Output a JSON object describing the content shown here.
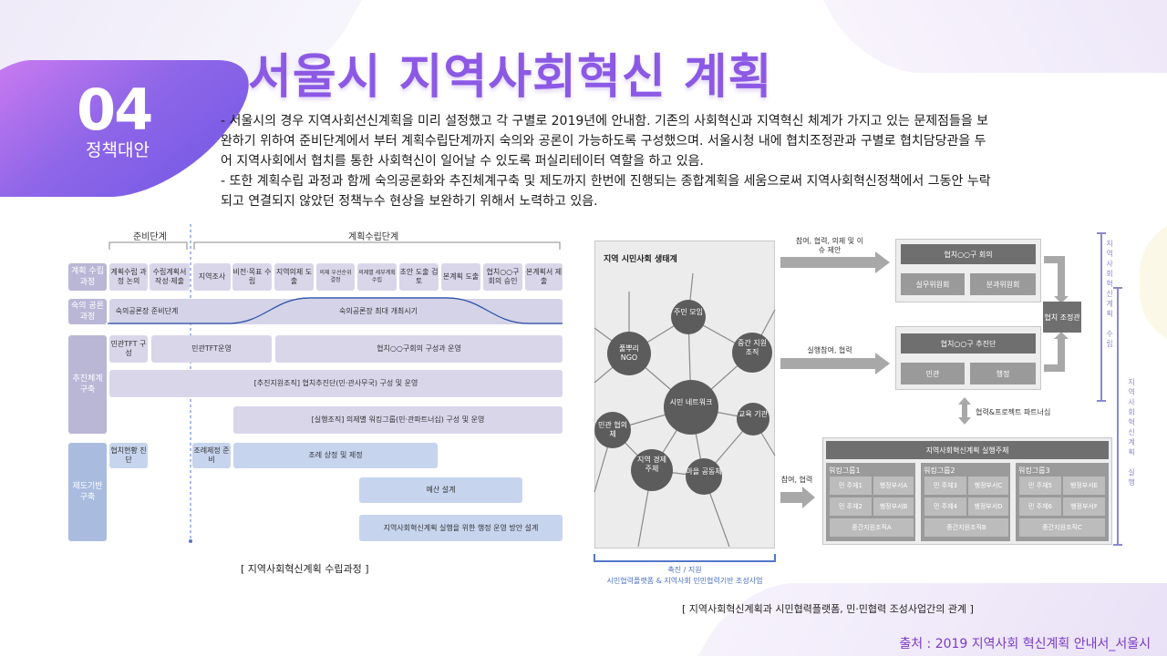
{
  "section": {
    "number": "04",
    "label": "정책대안"
  },
  "title": "서울시 지역사회혁신 계획",
  "intro": [
    "- 서울시의 경우 지역사회선신계획을 미리 설정했고 각 구별로 2019년에 안내함. 기존의 사회혁신과 지역혁신 체계가 가지고 있는 문제점들을 보",
    "완하기 위하여 준비단계에서 부터 계획수립단계까지 숙의와 공론이 가능하도록 구성했으며. 서울시청 내에 협치조정관과 구별로 협치담당관을 두",
    "어 지역사회에서 협치를 통한 사회혁신이 일어날 수 있도록 퍼실리테이터 역할을 하고 있음.",
    "- 또한 계획수립 과정과 함께 숙의공론화와 추진체계구축 및 제도까지 한번에 진행되는 종합계획을 세움으로써 지역사회혁신정책에서 그동안 누락",
    "되고 연결되지 않았던 정책누수 현상을 보완하기 위해서 노력하고 있음."
  ],
  "left_diagram": {
    "phase_prep": "준비단계",
    "phase_plan": "계획수립단계",
    "row_plan": {
      "category": "계획 수립 과정",
      "steps": [
        "계획수립 과정 논의",
        "수립계획서 작성·제출",
        "지역조사",
        "비전·목표 수립",
        "지역의제 도출",
        "의제 우선순위 결정",
        "의제별 세부계획 수립",
        "초안 도출 검토",
        "본계획 도출",
        "협치○○구 회의 승인",
        "본계획서 제출"
      ]
    },
    "row_deliberation": {
      "category": "숙의 공론 과정",
      "prep": "숙의공론장 준비단계",
      "plan": "숙의공론장 최대 개최시기"
    },
    "row_system": {
      "category": "추진체계 구축",
      "items": [
        "민관TFT 구성",
        "민관TFT운영",
        "협치○○구회의 구성과 운영",
        "[추진지원조직] 협치추진단(민·관사무국) 구성 및 운영",
        "[실행조직] 의제별 워킹그룹(민·관파트너십) 구성 및 운영"
      ]
    },
    "row_institution": {
      "category": "제도기반 구축",
      "items": [
        "협치현황 진단",
        "조례제정 준비",
        "조례 상정 및 제정",
        "예산 설계",
        "지역사회혁신계획 실행을 위한 행정 운영 방안 설계"
      ]
    },
    "caption": "[ 지역사회혁신계획 수립과정 ]"
  },
  "right_diagram": {
    "ecosystem_title": "지역 시민사회 생태계",
    "nodes": [
      "주민 모임",
      "풀뿌리 NGO",
      "중간 지원 조직",
      "시민 네트워크",
      "교육 기관",
      "민관 협의체",
      "지역 경제 주체",
      "마을 공동체"
    ],
    "arrow1": "참여, 협력, 의제 및 이슈 제안",
    "arrow2": "실행참여, 협력",
    "arrow3": "참여, 협력",
    "council": "협치○○구 회의",
    "council_sub": [
      "실무위원회",
      "분과위원회"
    ],
    "coordinator": "협치 조정관",
    "promo": "협치○○구 추진단",
    "promo_sub": [
      "민관",
      "행정"
    ],
    "partnership": "협력&프로젝트 파트너십",
    "exec_title": "지역사회혁신계획 실행주체",
    "groups": [
      {
        "name": "워킹그룹1",
        "cells": [
          "민 주체1",
          "행정부서A",
          "민 주체2",
          "행정부서B"
        ],
        "support": "중간지원조직A"
      },
      {
        "name": "워킹그룹2",
        "cells": [
          "민 주체3",
          "행정부서C",
          "민 주체4",
          "행정부서D"
        ],
        "support": "중간지원조직B"
      },
      {
        "name": "워킹그룹3",
        "cells": [
          "민 주체5",
          "행정부서E",
          "민 주체6",
          "행정부서F"
        ],
        "support": "중간지원조직C"
      }
    ],
    "bracket_label": "촉진 / 지원",
    "bracket_sub": "시민협력플랫폼 & 지역사회 민민협력기반 조성사업",
    "vert_plan": "지역사회혁신계획 수립",
    "vert_exec": "지역사회혁신계획 실행",
    "caption": "[ 지역사회혁신계획과 시민협력플랫폼, 민·민협력 조성사업간의 관계 ]"
  },
  "source": "출처 : 2019 지역사회 혁신계획 안내서_서울시",
  "colors": {
    "accent": "#8c59e4",
    "badge_from": "#c97af0",
    "badge_to": "#7a5ce6",
    "lavender": "#d9d6ea",
    "blue": "#c7d4ee"
  }
}
